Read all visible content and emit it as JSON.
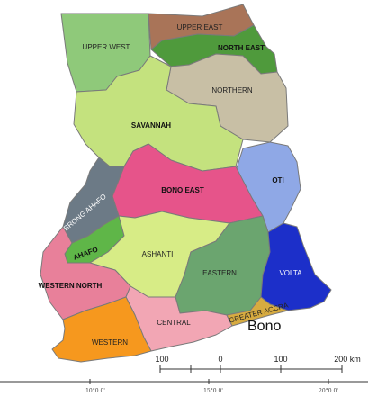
{
  "map": {
    "regions": [
      {
        "key": "upper_west",
        "label": "UPPER WEST",
        "color": "#8fc97a"
      },
      {
        "key": "upper_east",
        "label": "UPPER EAST",
        "color": "#a97458"
      },
      {
        "key": "north_east",
        "label": "NORTH EAST",
        "color": "#4f9a3c"
      },
      {
        "key": "northern",
        "label": "NORTHERN",
        "color": "#c8bfa5"
      },
      {
        "key": "savannah",
        "label": "SAVANNAH",
        "color": "#c4e27e"
      },
      {
        "key": "oti",
        "label": "OTI",
        "color": "#8fa8e6"
      },
      {
        "key": "bono_east",
        "label": "BONO EAST",
        "color": "#e6548a"
      },
      {
        "key": "brong_ahafo",
        "label": "BRONG AHAFO",
        "color": "#6c7a86"
      },
      {
        "key": "ahafo",
        "label": "AHAFO",
        "color": "#5fb648"
      },
      {
        "key": "ashanti",
        "label": "ASHANTI",
        "color": "#d7ec86"
      },
      {
        "key": "eastern",
        "label": "EASTERN",
        "color": "#6ba56f"
      },
      {
        "key": "volta",
        "label": "VOLTA",
        "color": "#1c2fc9"
      },
      {
        "key": "western_north",
        "label": "WESTERN NORTH",
        "color": "#e8809a"
      },
      {
        "key": "central",
        "label": "CENTRAL",
        "color": "#f2a6b4"
      },
      {
        "key": "western",
        "label": "WESTERN",
        "color": "#f6981e"
      },
      {
        "key": "greater_accra",
        "label": "GREATER ACCRA",
        "color": "#d7ab40"
      }
    ],
    "annotation": "Bono",
    "scale_bar": {
      "labels": [
        "100",
        "0",
        "100",
        "200 km"
      ]
    },
    "longitudes": [
      "10°0.0'",
      "15°0.0'",
      "20°0.0'"
    ]
  }
}
